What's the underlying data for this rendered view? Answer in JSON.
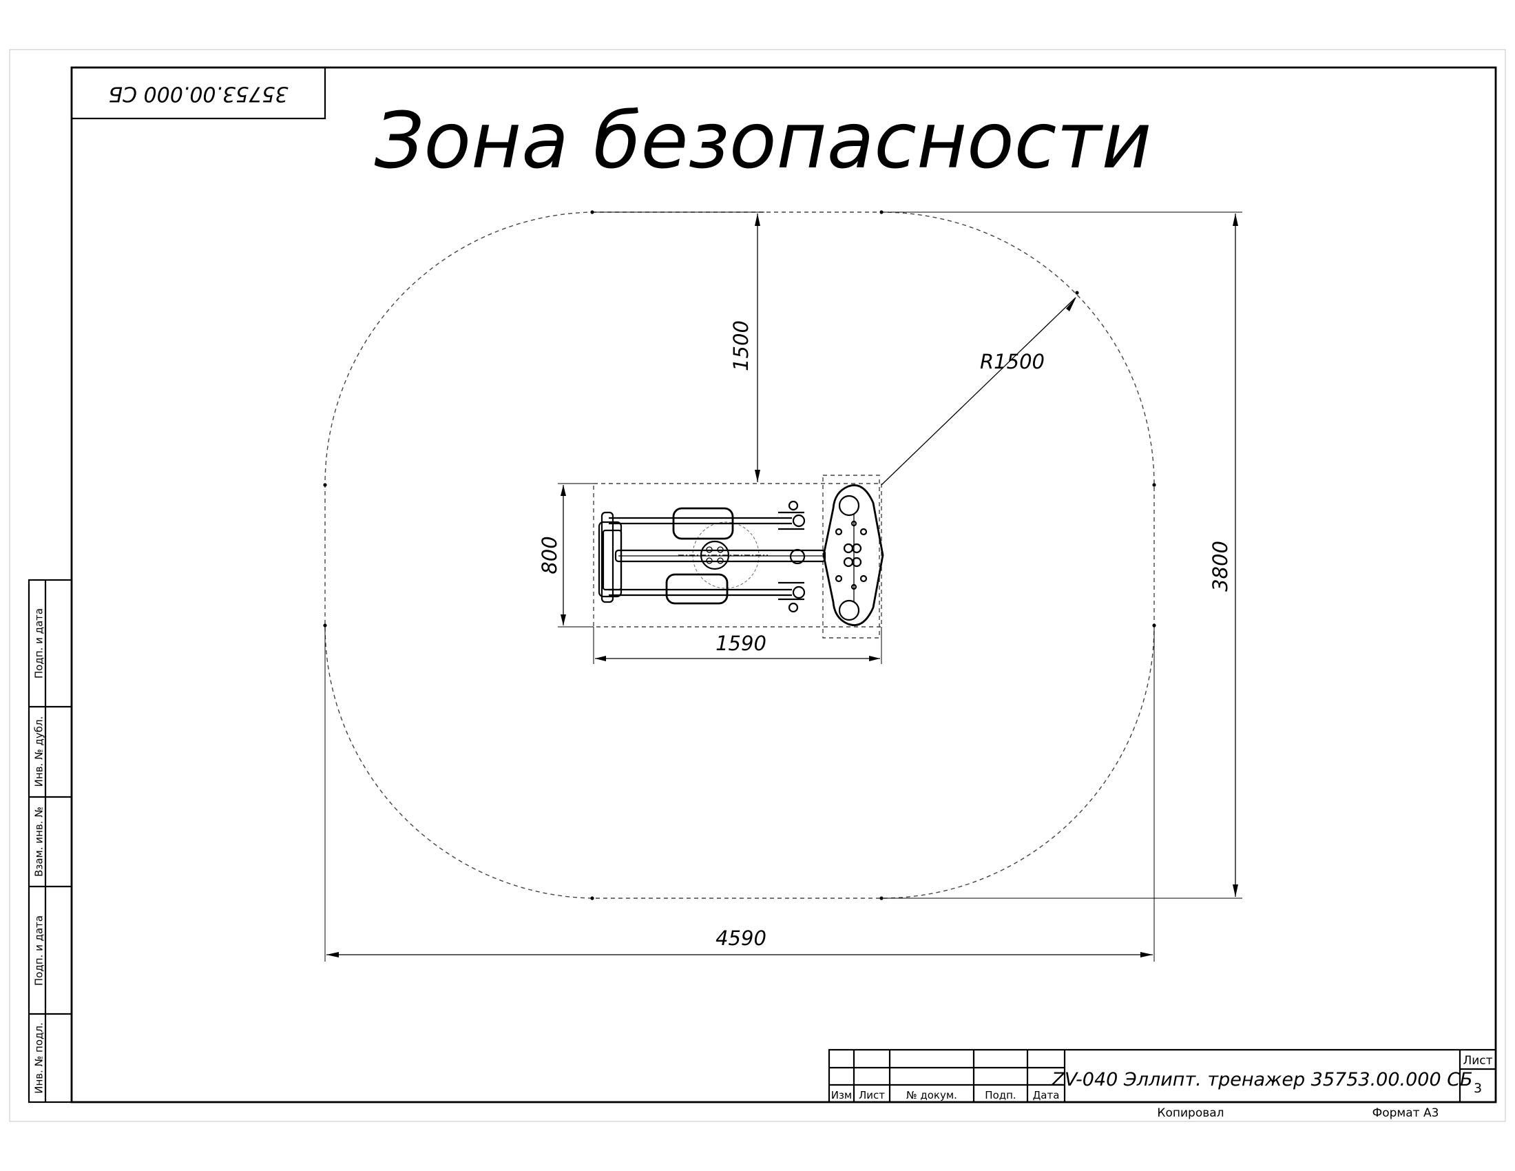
{
  "drawing": {
    "title": "Зона безопасности",
    "mirrored_code": "35753.00.000 СБ",
    "dimensions": {
      "vertical_1500": "1500",
      "radius": "R1500",
      "height_800": "800",
      "width_1590": "1590",
      "height_3800": "3800",
      "width_4590": "4590"
    }
  },
  "side_stamp": {
    "labels": [
      "Подп. и дата",
      "Инв. № дубл.",
      "Взам. инв. №",
      "Подп. и дата",
      "Инв. № подл."
    ]
  },
  "title_block": {
    "designation": "ZV-040 Эллипт. тренажер 35753.00.000 СБ",
    "sheet_label": "Лист",
    "sheet_number": "3",
    "col_izm": "Изм",
    "col_list": "Лист",
    "col_doc": "№ докум.",
    "col_sign": "Подп.",
    "col_date": "Дата",
    "copied": "Копировал",
    "format": "Формат А3"
  }
}
